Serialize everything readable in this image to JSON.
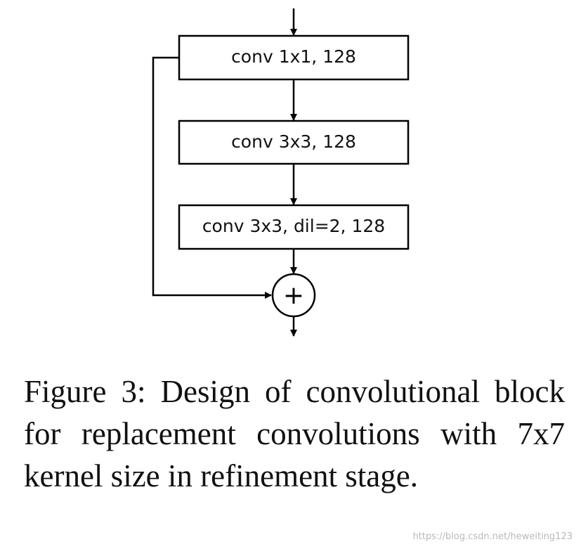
{
  "diagram": {
    "blocks": [
      "conv 1x1, 128",
      "conv 3x3, 128",
      "conv 3x3, dil=2, 128"
    ],
    "sum_symbol": "+"
  },
  "caption": "Figure 3: Design of convolutional block for replacement convolutions with 7x7 kernel size in refinement stage.",
  "watermark": "https://blog.csdn.net/heweiting123",
  "colors": {
    "stroke": "#000000",
    "text": "#111111",
    "watermark": "#b9b9b9"
  }
}
